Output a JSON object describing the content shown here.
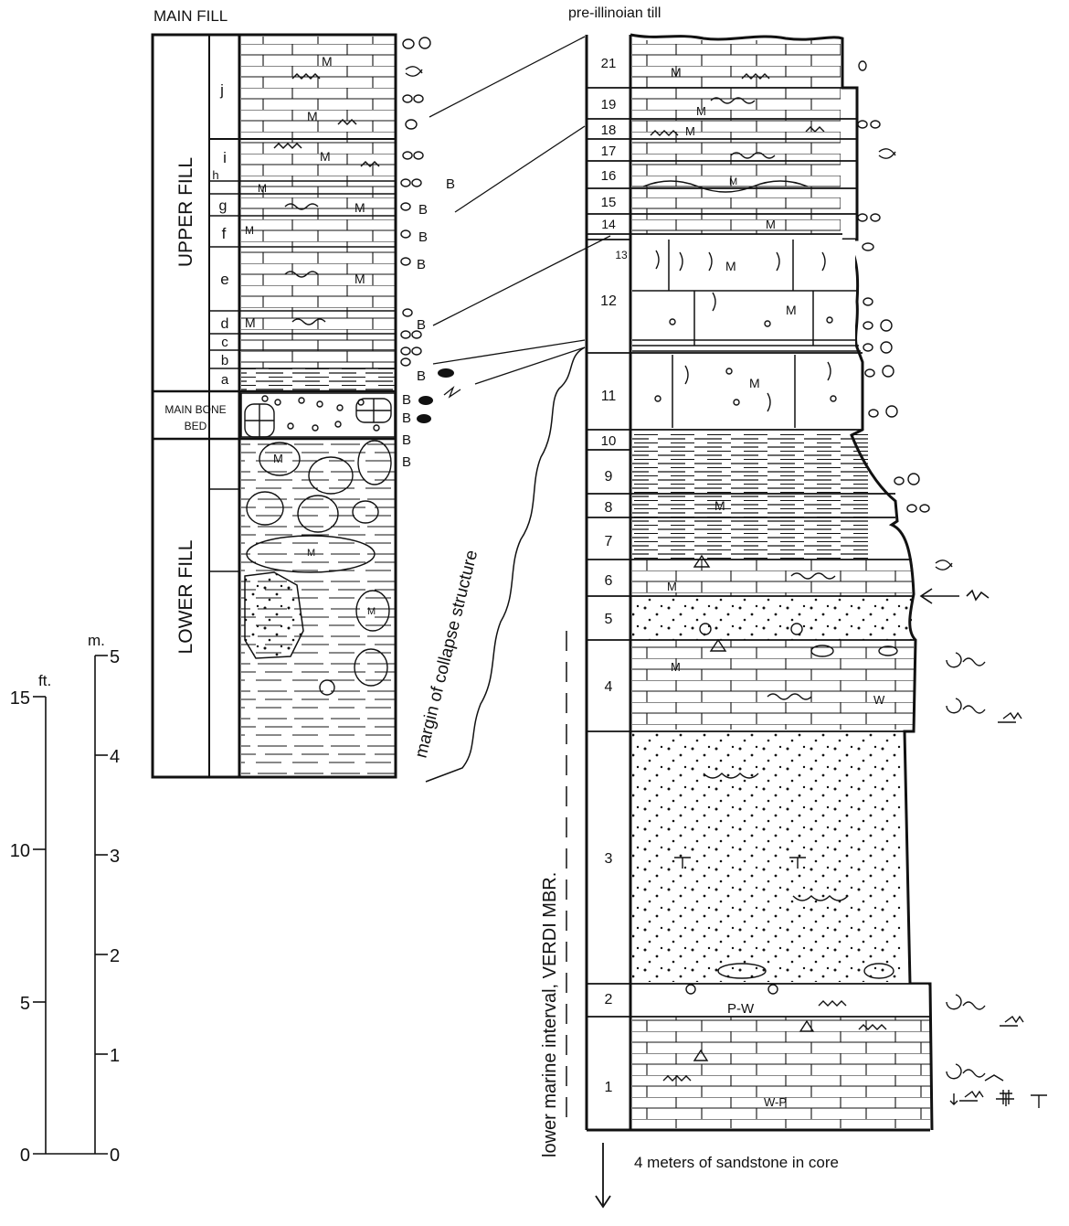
{
  "header": {
    "main_fill": "MAIN FILL",
    "till": "pre-illinoian till"
  },
  "main_fill": {
    "upper_fill": "UPPER FILL",
    "lower_fill": "LOWER FILL",
    "bone_bed_line1": "MAIN BONE",
    "bone_bed_line2": "BED",
    "units": [
      "j",
      "i",
      "h",
      "g",
      "f",
      "e",
      "d",
      "c",
      "b",
      "a"
    ]
  },
  "margin_label": "margin of collapse structure",
  "section": {
    "units": [
      "21",
      "19",
      "18",
      "17",
      "16",
      "15",
      "14",
      "13",
      "12",
      "11",
      "10",
      "9",
      "8",
      "7",
      "6",
      "5",
      "4",
      "3",
      "2",
      "1"
    ],
    "interval_label": "lower marine interval, VERDI MBR.",
    "core_note": "4 meters of sandstone in core"
  },
  "scale": {
    "ft_unit": "ft.",
    "m_unit": "m.",
    "ft_ticks": [
      "15",
      "10",
      "5",
      "0"
    ],
    "m_ticks": [
      "5",
      "4",
      "3",
      "2",
      "1",
      "0"
    ]
  },
  "lithology_letters": {
    "mudstone": "M",
    "bone": "B",
    "wackestone": "W",
    "packstone_wackestone": "P-W",
    "wackestone_packstone": "W-P"
  }
}
